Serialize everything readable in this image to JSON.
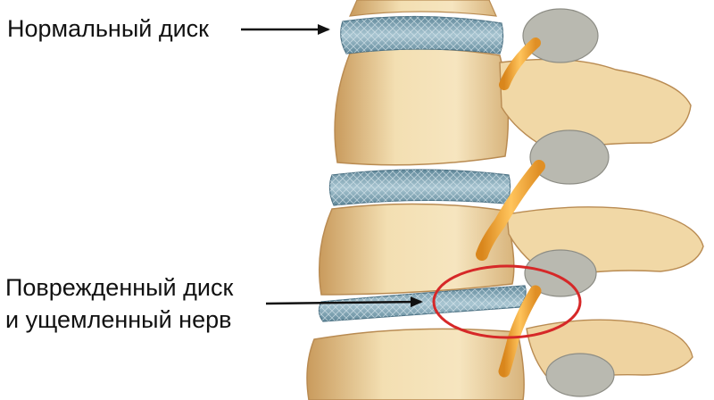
{
  "labels": {
    "normal_disc": "Нормальный диск",
    "damaged_line1": "Поврежденный диск",
    "damaged_line2": "и ущемленный нерв"
  },
  "colors": {
    "bone": "#f0d9a8",
    "bone_shadow": "#d9b57a",
    "disc": "#7fa4b4",
    "nerve": "#f2a93b",
    "ganglion": "#b8b8b0",
    "highlight_circle": "#d62828",
    "text": "#111111"
  }
}
